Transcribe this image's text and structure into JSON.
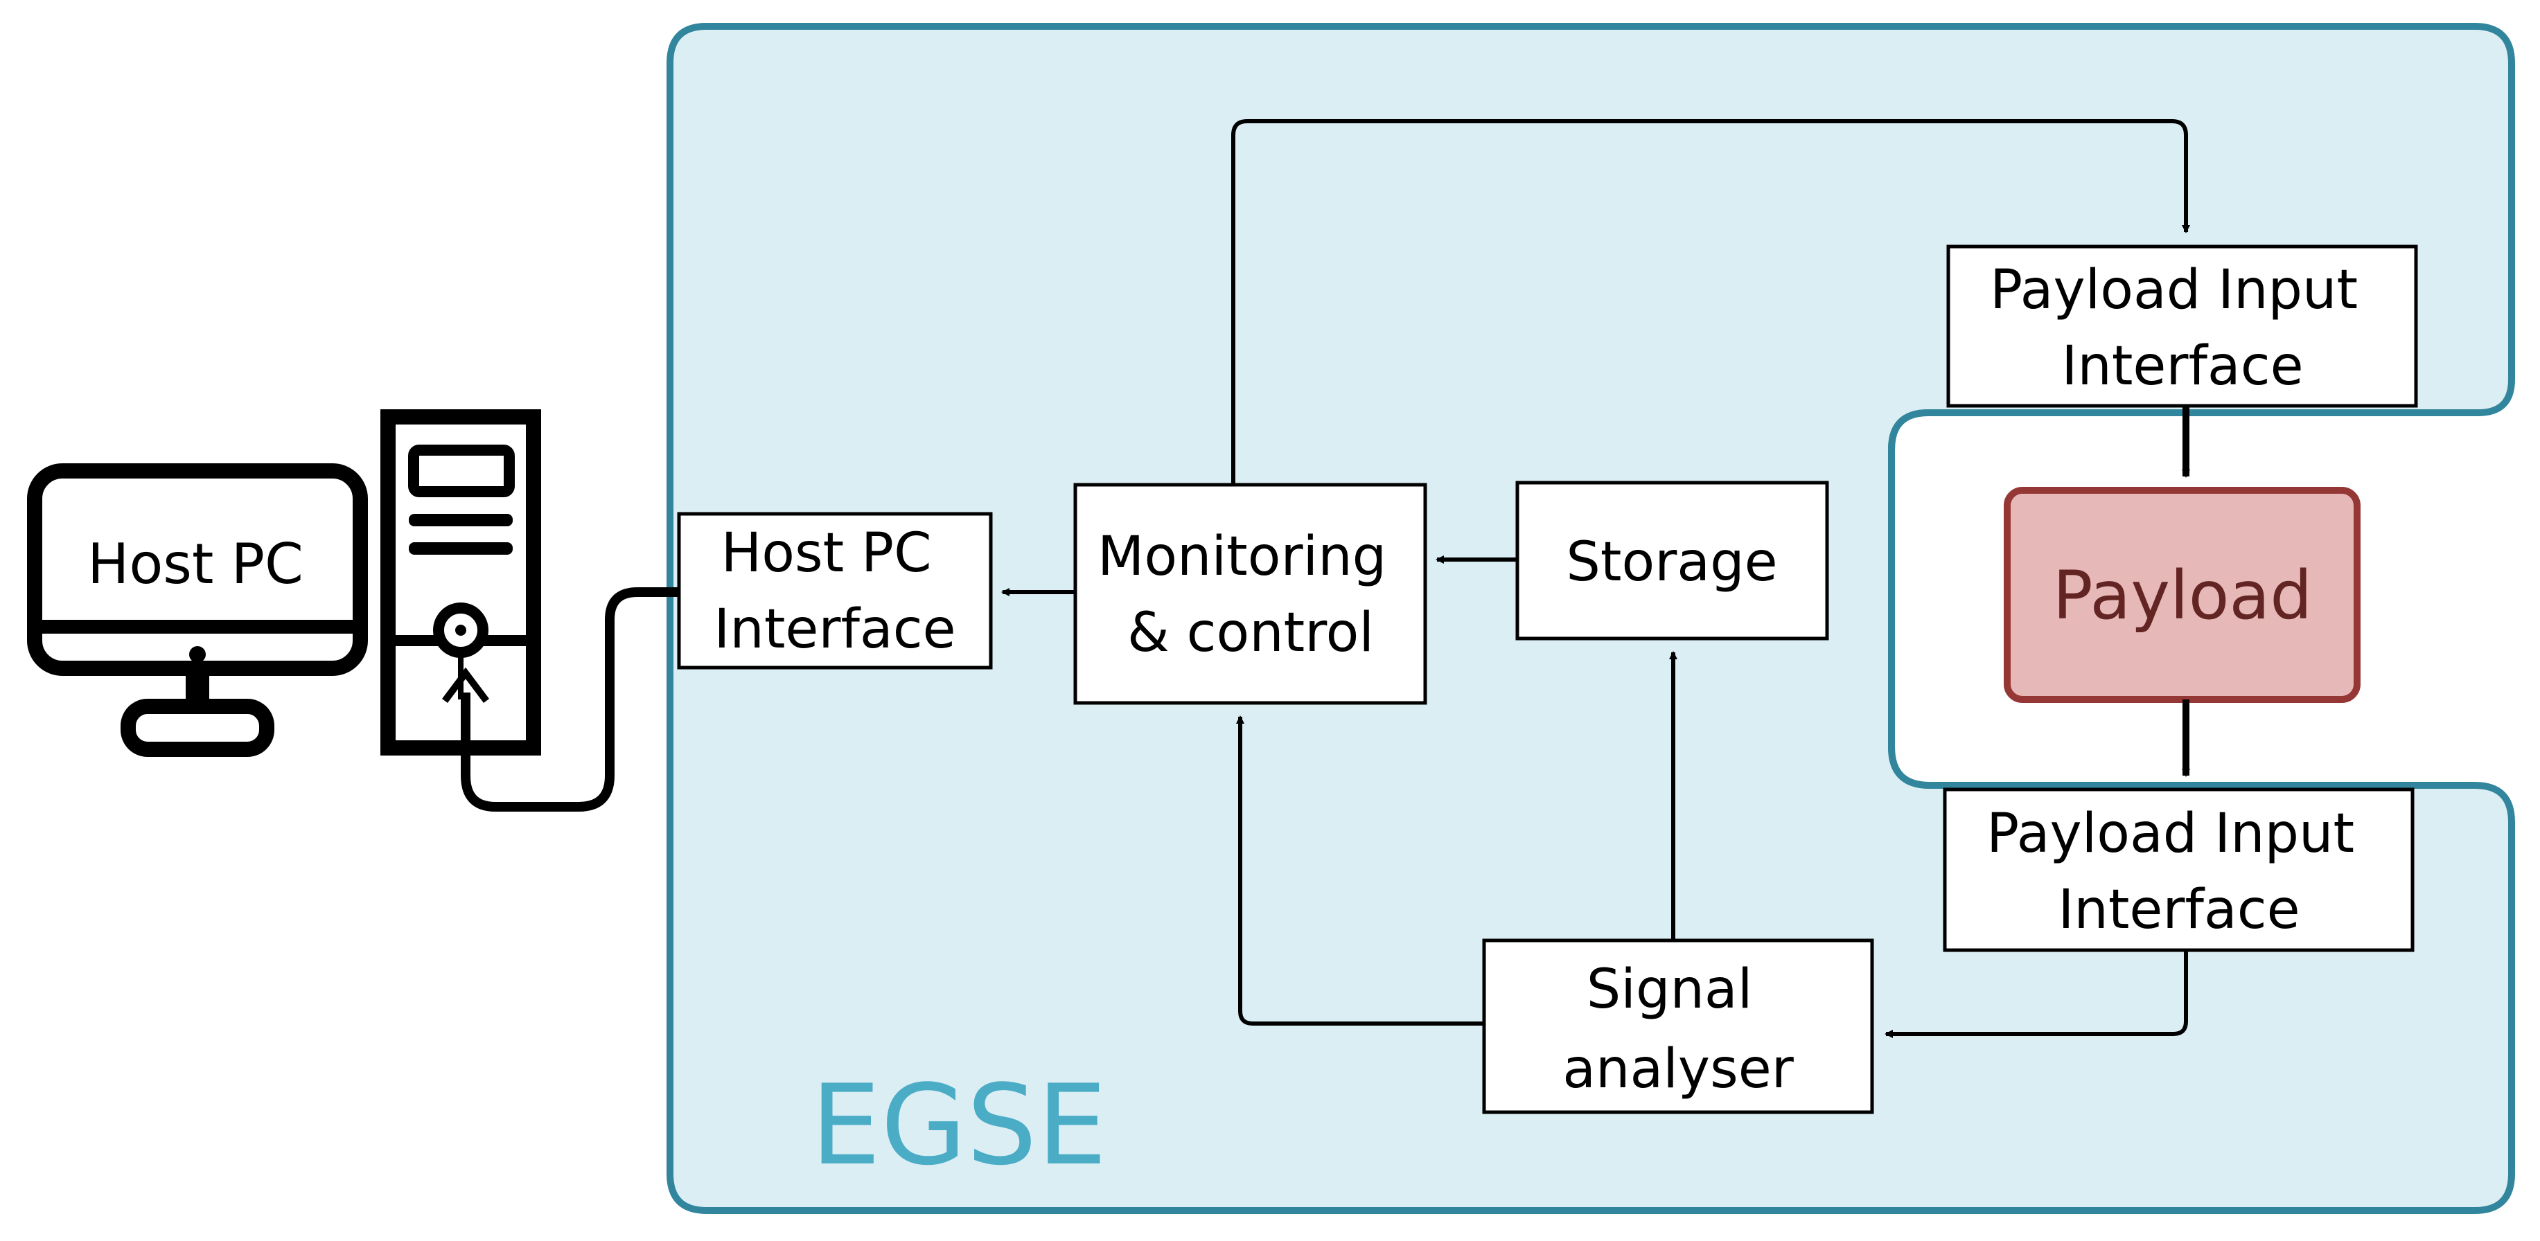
{
  "colors": {
    "egse_fill": "#dbeef4",
    "egse_stroke": "#31859c",
    "egse_label": "#4bacc6",
    "payload_fill": "#e6b9b8",
    "payload_stroke": "#953735",
    "payload_text": "#632523",
    "box_fill": "#ffffff",
    "line": "#000000"
  },
  "icons": {
    "monitor": "monitor-icon",
    "tower": "computer-tower-icon"
  },
  "labels": {
    "egse": "EGSE",
    "host_pc": "Host PC",
    "host_pc_interface": [
      "Host PC",
      "Interface"
    ],
    "monitoring_control": [
      "Monitoring",
      "& control"
    ],
    "storage": "Storage",
    "signal_analyser": [
      "Signal",
      "analyser"
    ],
    "payload_input_interface_top": [
      "Payload Input",
      "Interface"
    ],
    "payload": "Payload",
    "payload_input_interface_bottom": [
      "Payload Input",
      "Interface"
    ]
  }
}
